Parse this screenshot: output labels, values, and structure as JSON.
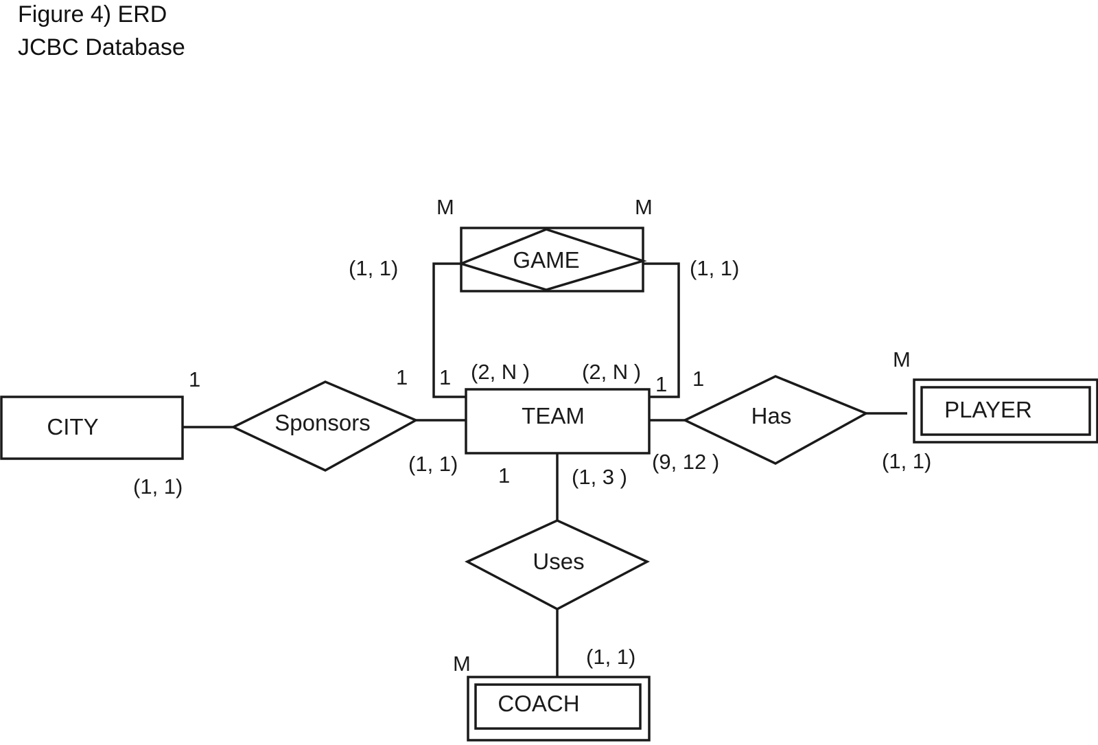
{
  "caption": {
    "line1": "Figure 4) ERD",
    "line2": "JCBC Database"
  },
  "entities": {
    "city": "CITY",
    "team": "TEAM",
    "player": "PLAYER",
    "coach": "COACH",
    "game": "GAME"
  },
  "relationships": {
    "sponsors": "Sponsors",
    "has": "Has",
    "uses": "Uses"
  },
  "cardinalities": {
    "city_sponsors_one": "1",
    "city_participation": "(1, 1)",
    "team_sponsors_one": "1",
    "team_sponsors_participation": "(1, 1)",
    "team_game_left_one": "1",
    "team_game_left_participation": "(2, N )",
    "team_game_right_one": "1",
    "team_game_right_participation": "(2, N )",
    "team_has_one": "1",
    "team_has_participation": "(9, 12 )",
    "team_uses_one": "1",
    "team_uses_participation": "(1, 3 )",
    "game_left_many": "M",
    "game_left_participation": "(1, 1)",
    "game_right_many": "M",
    "game_right_participation": "(1, 1)",
    "player_many": "M",
    "player_participation": "(1, 1)",
    "coach_many": "M",
    "coach_participation": "(1, 1)"
  },
  "colors": {
    "stroke": "#1a1a1a",
    "background": "#ffffff"
  }
}
